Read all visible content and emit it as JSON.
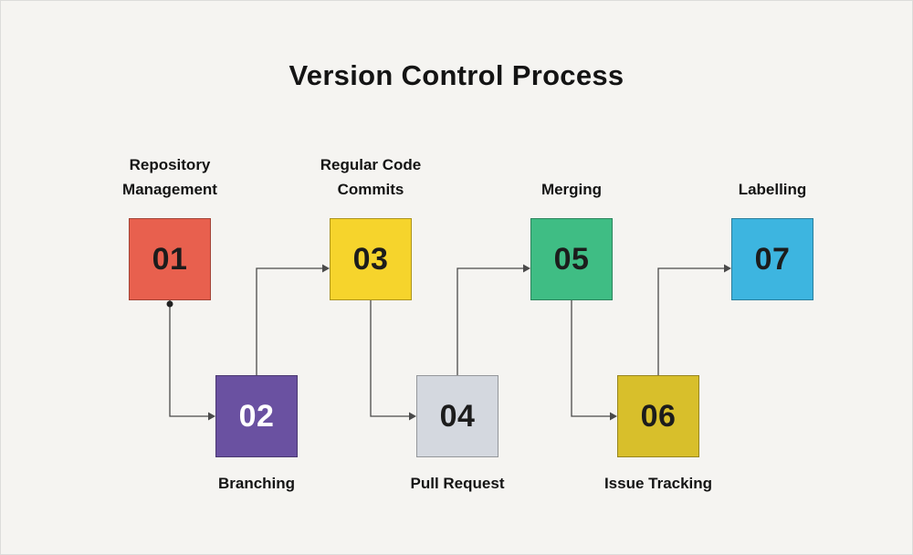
{
  "title": "Version Control Process",
  "colors": {
    "background": "#f5f4f1",
    "connector": "#4a4a4a",
    "text": "#141414"
  },
  "flow_order": [
    "01",
    "02",
    "03",
    "04",
    "05",
    "06",
    "07"
  ],
  "steps": [
    {
      "number": "01",
      "label": "Repository Management",
      "color": "#e8604e",
      "number_color": "#1c1c1c",
      "position": "top",
      "label_position": "above"
    },
    {
      "number": "02",
      "label": "Branching",
      "color": "#6a51a1",
      "number_color": "#ffffff",
      "position": "bottom",
      "label_position": "below"
    },
    {
      "number": "03",
      "label": "Regular Code Commits",
      "color": "#f6d42c",
      "number_color": "#1c1c1c",
      "position": "top",
      "label_position": "above"
    },
    {
      "number": "04",
      "label": "Pull Request",
      "color": "#d4d8df",
      "number_color": "#1c1c1c",
      "position": "bottom",
      "label_position": "below"
    },
    {
      "number": "05",
      "label": "Merging",
      "color": "#3fbd84",
      "number_color": "#1c1c1c",
      "position": "top",
      "label_position": "above"
    },
    {
      "number": "06",
      "label": "Issue Tracking",
      "color": "#d8bf2b",
      "number_color": "#1c1c1c",
      "position": "bottom",
      "label_position": "below"
    },
    {
      "number": "07",
      "label": "Labelling",
      "color": "#3db5e0",
      "number_color": "#1c1c1c",
      "position": "top",
      "label_position": "above"
    }
  ]
}
